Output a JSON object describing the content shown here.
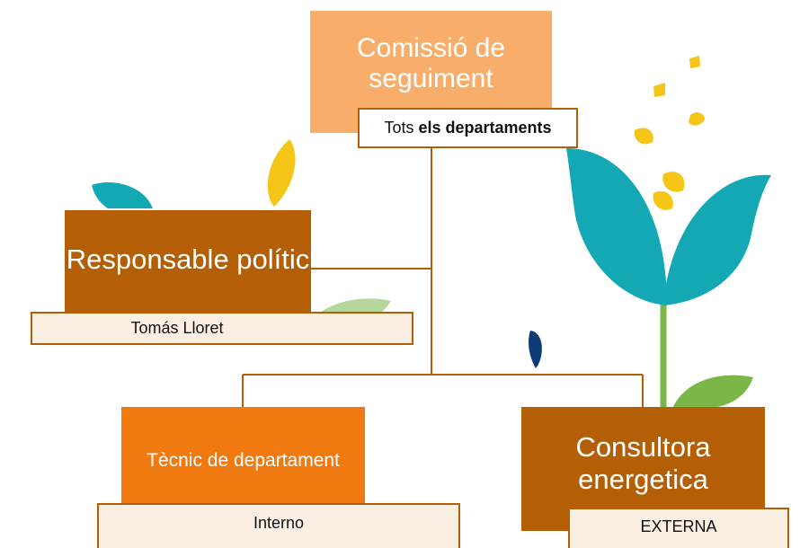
{
  "nodes": {
    "top": {
      "title": "Comissió de seguiment",
      "label_prefix": "Tots",
      "label_bold": "els departaments"
    },
    "left": {
      "title": "Responsable polític",
      "label": "Tomás Lloret"
    },
    "bottom_left": {
      "title": "Tècnic de departament",
      "label": "Interno"
    },
    "bottom_right": {
      "title": "Consultora energetica",
      "label": "EXTERNA"
    }
  },
  "colors": {
    "light_orange": "#f8ae6a",
    "brown": "#b45f06",
    "orange": "#f07a10",
    "label_fill": "#fbeee3",
    "teal": "#13a8b4",
    "yellow": "#f5c518",
    "green": "#7ab648",
    "navy": "#0d3b78"
  }
}
